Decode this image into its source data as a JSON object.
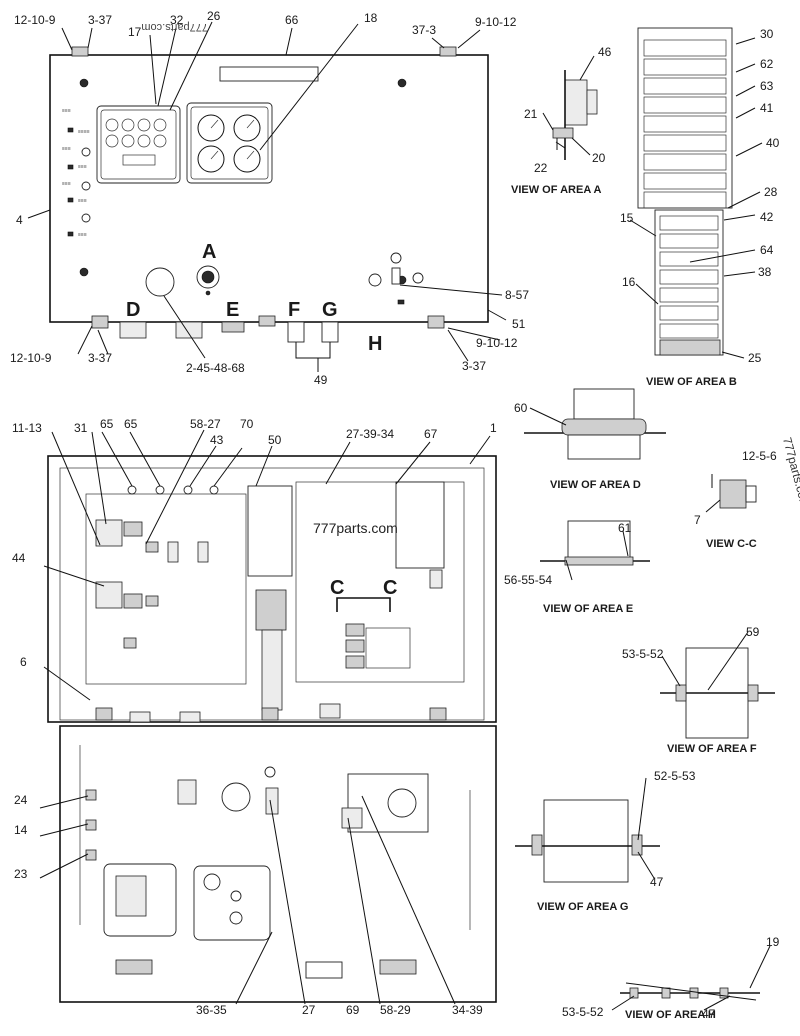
{
  "watermarks": [
    "777parts.com",
    "777parts.com",
    "777parts.com"
  ],
  "callouts": {
    "c_12_10_9_top": "12-10-9",
    "c_3_37_top": "3-37",
    "c_32": "32",
    "c_26": "26",
    "c_66": "66",
    "c_18": "18",
    "c_37_3": "37-3",
    "c_9_10_12_top": "9-10-12",
    "c_17": "17",
    "c_4": "4",
    "c_8_57": "8-57",
    "c_51": "51",
    "c_12_10_9_bot": "12-10-9",
    "c_3_37_bot": "3-37",
    "c_9_10_12_bot": "9-10-12",
    "c_3_37_right": "3-37",
    "c_2_45_48_68": "2-45-48-68",
    "c_49": "49",
    "c_46": "46",
    "c_21": "21",
    "c_22": "22",
    "c_20": "20",
    "c_30": "30",
    "c_62": "62",
    "c_63": "63",
    "c_41": "41",
    "c_40": "40",
    "c_28": "28",
    "c_42": "42",
    "c_15": "15",
    "c_64": "64",
    "c_38": "38",
    "c_16": "16",
    "c_25": "25",
    "c_60": "60",
    "c_12_5_6": "12-5-6",
    "c_7": "7",
    "c_61": "61",
    "c_56_55_54": "56-55-54",
    "c_59": "59",
    "c_53_5_52_f": "53-5-52",
    "c_52_5_53": "52-5-53",
    "c_47_g": "47",
    "c_19": "19",
    "c_53_5_52_h": "53-5-52",
    "c_47_h": "47",
    "c_11_13": "11-13",
    "c_31": "31",
    "c_65a": "65",
    "c_65b": "65",
    "c_58_27": "58-27",
    "c_43": "43",
    "c_70": "70",
    "c_50": "50",
    "c_27_39_34": "27-39-34",
    "c_67": "67",
    "c_1": "1",
    "c_44": "44",
    "c_6": "6",
    "c_24": "24",
    "c_14": "14",
    "c_23": "23",
    "c_36_35": "36-35",
    "c_27": "27",
    "c_69": "69",
    "c_58_29": "58-29",
    "c_34_39": "34-39"
  },
  "area_letters": {
    "A": "A",
    "D": "D",
    "E": "E",
    "F": "F",
    "G": "G",
    "H": "H",
    "C1": "C",
    "C2": "C"
  },
  "captions": {
    "area_a": "VIEW OF AREA A",
    "area_b": "VIEW OF AREA B",
    "area_d": "VIEW OF AREA D",
    "area_e": "VIEW OF AREA E",
    "area_f": "VIEW OF AREA F",
    "area_g": "VIEW OF AREA G",
    "area_h": "VIEW OF AREA H",
    "view_cc": "VIEW C-C"
  },
  "colors": {
    "line": "#111111",
    "panel_fill": "#ffffff",
    "part_fill": "#cfcfcf"
  }
}
